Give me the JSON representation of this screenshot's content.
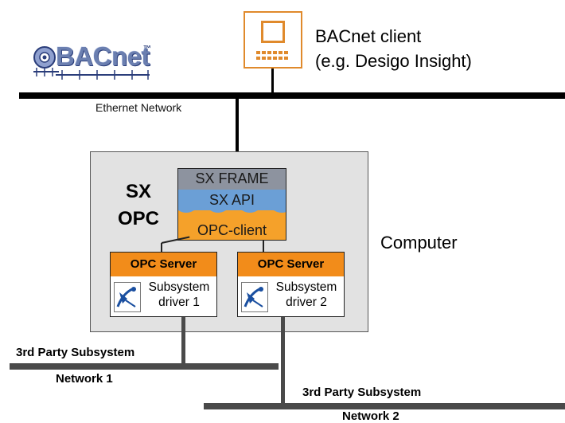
{
  "logo": {
    "text": "BACnet",
    "tm": "™"
  },
  "client": {
    "line1": "BACnet client",
    "line2": "(e.g. Desigo Insight)"
  },
  "network": {
    "ethernet_label": "Ethernet Network"
  },
  "computer": {
    "title_line1": "SX",
    "title_line2": "OPC",
    "label": "Computer",
    "stack": {
      "frame": "SX FRAME",
      "api": "SX API",
      "client": "OPC-client"
    },
    "servers": [
      {
        "title": "OPC Server",
        "driver_line1": "Subsystem",
        "driver_line2": "driver 1"
      },
      {
        "title": "OPC Server",
        "driver_line1": "Subsystem",
        "driver_line2": "driver 2"
      }
    ]
  },
  "subsystems": [
    {
      "title": "3rd Party Subsystem",
      "network": "Network 1"
    },
    {
      "title": "3rd Party Subsystem",
      "network": "Network 2"
    }
  ],
  "icons": [
    "bacnet-logo",
    "client-terminal-icon",
    "subsystem-driver-icon"
  ],
  "colors": {
    "orange": "#f28c1a",
    "frame_gray": "#8d939f",
    "api_blue": "#6b9fd6",
    "logo_blue": "#6b7fb0"
  }
}
